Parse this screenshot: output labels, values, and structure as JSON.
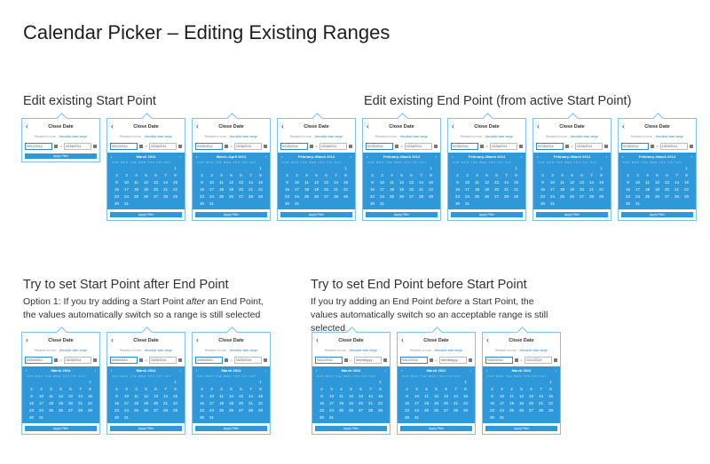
{
  "title": "Calendar Picker – Editing Existing Ranges",
  "sections": {
    "edit_start": "Edit existing Start Point",
    "edit_end": "Edit existing End Point (from active Start Point)",
    "start_after_end": "Try to set Start Point after End Point",
    "end_before_start": "Try to set End Point before Start Point"
  },
  "notes": {
    "option1_prefix": "Option 1: If you try adding a Start Point ",
    "option1_em": "after",
    "option1_suffix": " an End Point, the values automatically switch so a range is still selected",
    "end_prefix": "If you try adding an End Point ",
    "end_em": "before",
    "end_suffix": " a Start Point, the values automatically switch so an acceptable range is still selected"
  },
  "card": {
    "title": "Close Date",
    "back": "‹",
    "tab_relative": "Relative to now",
    "tab_absolute": "Absolute date range",
    "to": "to",
    "apply": "Apply Filter",
    "prev": "‹",
    "next": "›",
    "dow": "SUN MON TUE WED THU FRI SAT"
  },
  "cards": [
    {
      "start": "03/12/2014",
      "end": "03/26/2014",
      "month": "",
      "cal": false
    },
    {
      "start": "03/12/2014",
      "end": "03/26/2014",
      "month": "March 2014",
      "cal": true
    },
    {
      "start": "03/05/2014",
      "end": "03/26/2014",
      "month": "March–April 2014",
      "cal": true
    },
    {
      "start": "02/26/2014",
      "end": "03/26/2014",
      "month": "February–March 2014",
      "cal": true
    },
    {
      "start": "02/26/2014",
      "end": "03/26/2014",
      "month": "February–March 2014",
      "cal": true
    },
    {
      "start": "02/26/2014",
      "end": "03/26/2014",
      "month": "February–March 2014",
      "cal": true
    },
    {
      "start": "02/26/2014",
      "end": "03/26/2014",
      "month": "February–March 2014",
      "cal": true
    },
    {
      "start": "02/26/2014",
      "end": "03/03/2014",
      "month": "February–March 2014",
      "cal": true
    },
    {
      "start": "03/05/2014",
      "end": "03/26/2014",
      "month": "March 2014",
      "cal": true
    },
    {
      "start": "03/05/2014",
      "end": "03/26/2014",
      "month": "March 2014",
      "cal": true
    },
    {
      "start": "03/05/2014",
      "end": "03/26/2014",
      "month": "March 2014",
      "cal": true
    },
    {
      "start": "03/12/2014",
      "end": "mm/dd/yyyy",
      "month": "March 2014",
      "cal": true
    },
    {
      "start": "03/12/2014",
      "end": "mm/dd/yyyy",
      "month": "March 2014",
      "cal": true
    },
    {
      "start": "03/03/2014",
      "end": "03/12/2014",
      "month": "March 2014",
      "cal": true
    }
  ]
}
